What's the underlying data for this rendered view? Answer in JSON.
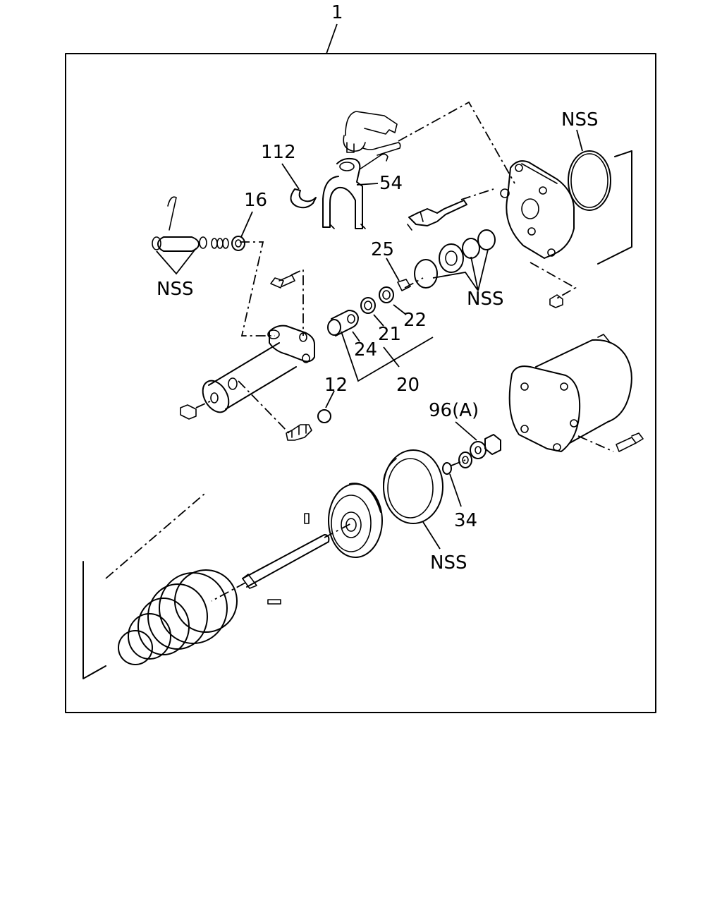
{
  "labels": {
    "assembly": "1",
    "nss_ring_top": "NSS",
    "p112": "112",
    "p54": "54",
    "p16": "16",
    "nss_left": "NSS",
    "p25": "25",
    "nss_mid": "NSS",
    "p22": "22",
    "p21": "21",
    "p24": "24",
    "p20": "20",
    "p12": "12",
    "p96a": "96(A)",
    "p34": "34",
    "nss_bottom": "NSS"
  },
  "colors": {
    "line": "#000000",
    "background": "#ffffff"
  }
}
